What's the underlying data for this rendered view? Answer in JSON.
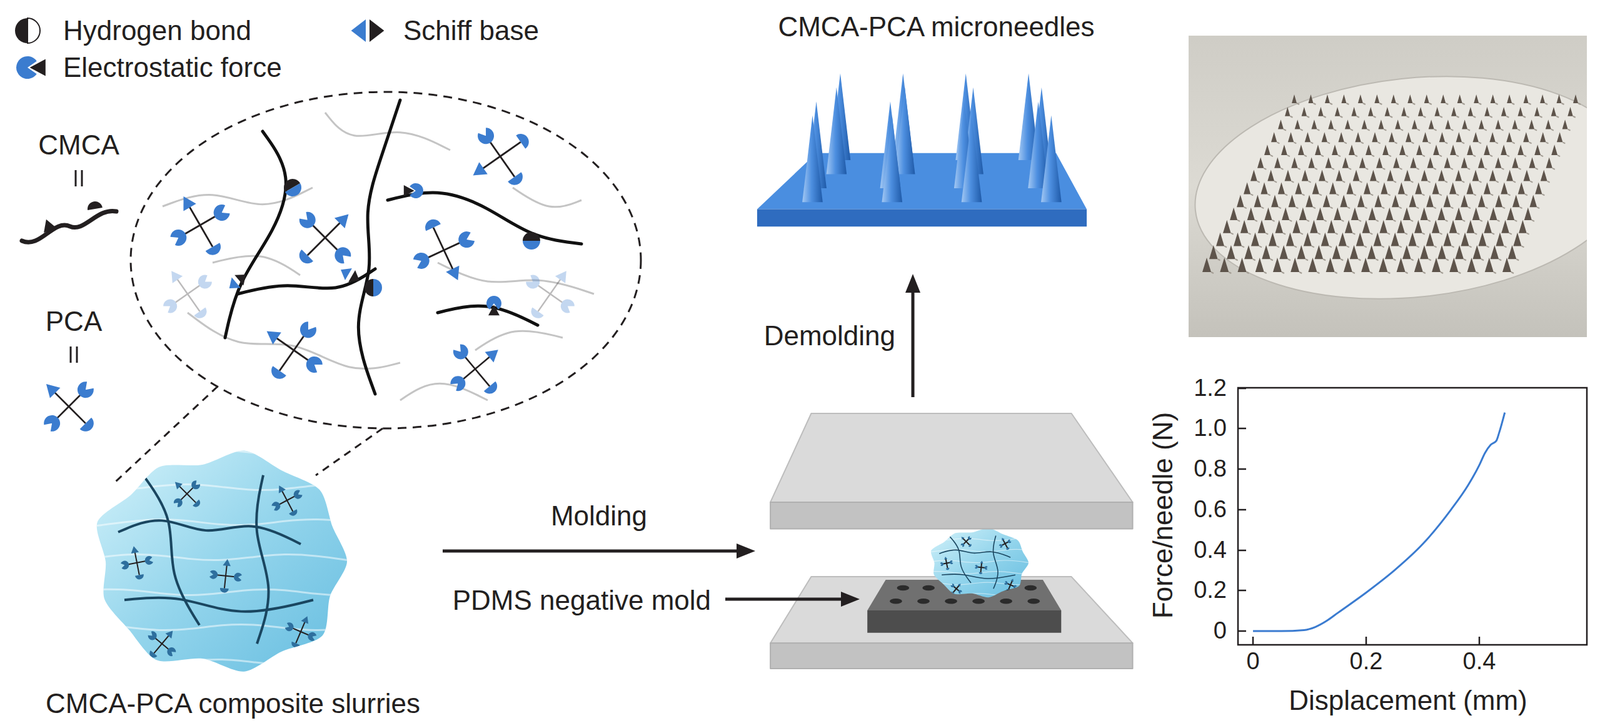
{
  "diagram": {
    "nodes": [
      {
        "text": [
          "CMCA-PCA composite slurries"
        ]
      },
      {
        "text": [
          "PDMS negative mold"
        ]
      },
      {
        "text": [
          "CMCA-PCA microneedles"
        ]
      }
    ],
    "edges": [
      {
        "from": 0,
        "to": 1,
        "label": "Molding",
        "arrow": "to"
      },
      {
        "from": 1,
        "to": 2,
        "label": "Demolding",
        "arrow": "to"
      }
    ],
    "labels": [
      "CMCA",
      "PCA",
      "1.2",
      "1.0",
      "0.8",
      "0.6",
      "0.4",
      "0.2",
      "0",
      "0",
      "0.2",
      "0.4",
      "Force/needle (N)",
      "Displacement (mm)"
    ],
    "legend": [
      {
        "text": "Hydrogen bond"
      },
      {
        "text": "Schiff base"
      },
      {
        "text": "Electrostatic force"
      }
    ]
  }
}
